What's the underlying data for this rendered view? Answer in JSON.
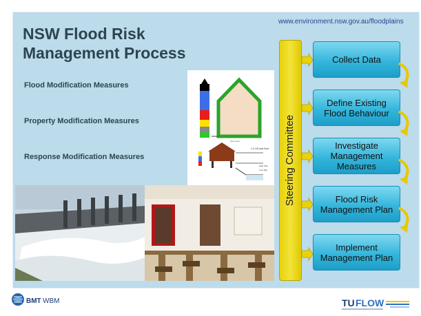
{
  "slide": {
    "title": "NSW Flood Risk Management Process",
    "url": "www.environment.nsw.gov.au/floodplains",
    "measures": [
      "Flood Modification Measures",
      "Property Modification Measures",
      "Response Modification Measures"
    ],
    "steering_committee": "Steering Committee",
    "steps": [
      "Collect Data",
      "Define Existing Flood Behaviour",
      "Investigate Management Measures",
      "Flood Risk Management Plan",
      "Implement Management Plan"
    ]
  },
  "footer": {
    "bmt_logo": "BMT WBM",
    "tuflow_logo": "TUFLOW"
  },
  "colors": {
    "panel": "#bcdbeb",
    "title": "#2c4550",
    "steering": "#e8d20a",
    "step": "#35b6dc",
    "arrow": "#e8c800"
  }
}
